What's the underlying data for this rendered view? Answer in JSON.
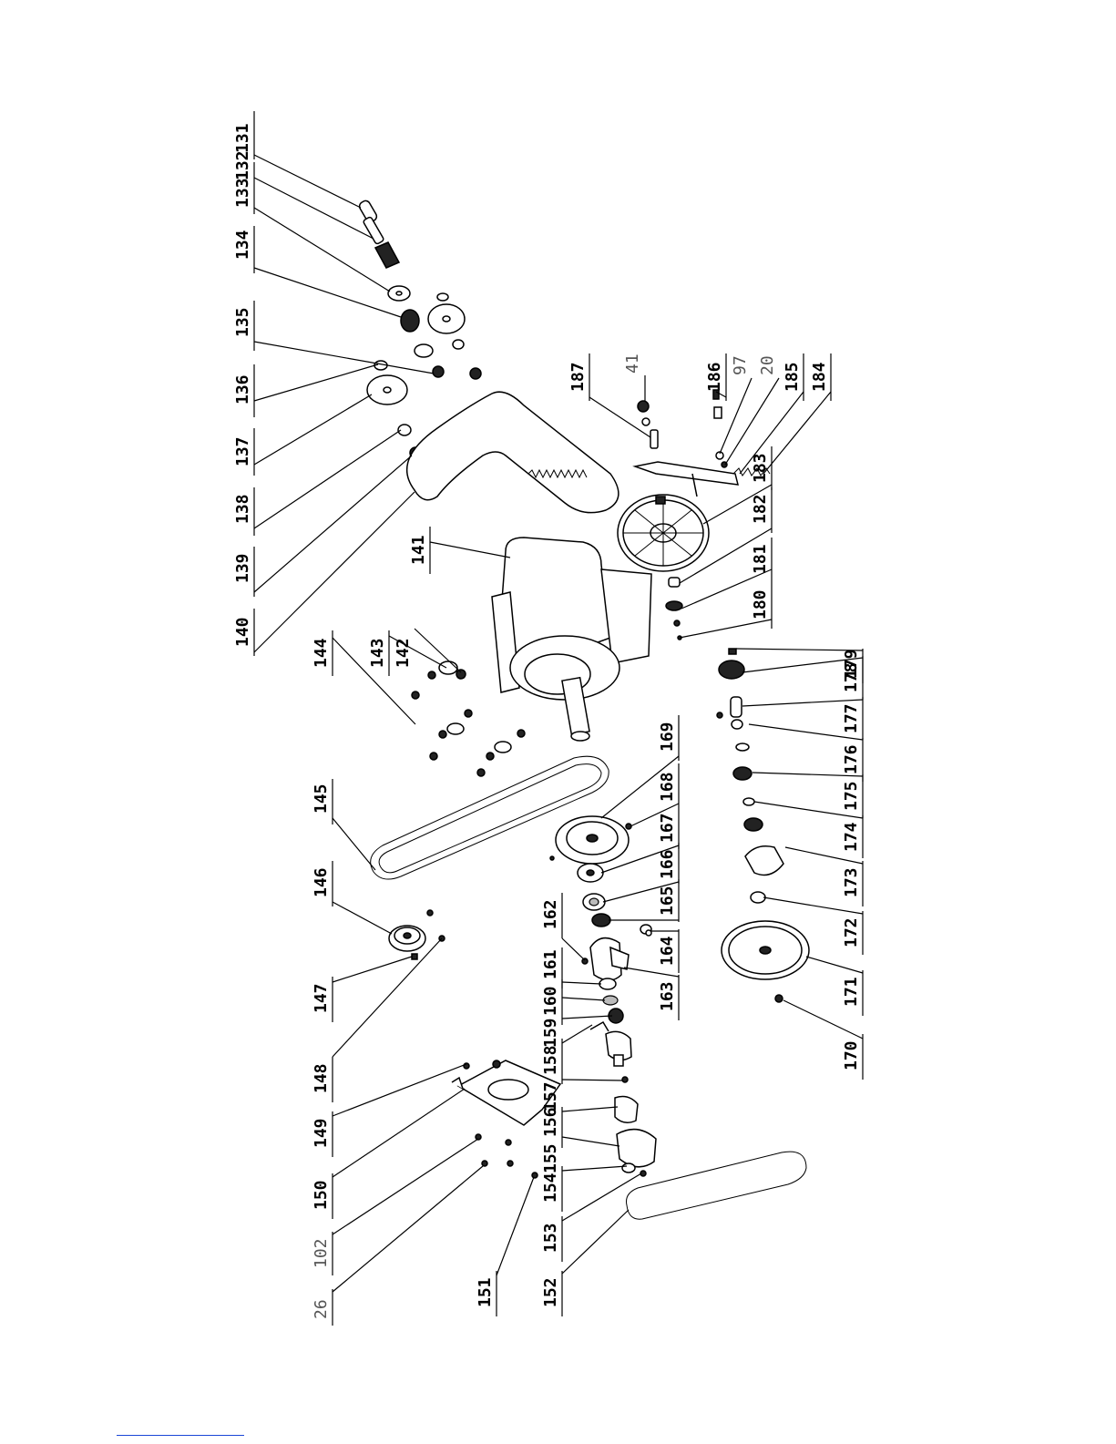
{
  "diagram": {
    "parts": [
      {
        "id": "p131",
        "label": "131"
      },
      {
        "id": "p132",
        "label": "132"
      },
      {
        "id": "p133",
        "label": "133"
      },
      {
        "id": "p134",
        "label": "134"
      },
      {
        "id": "p135",
        "label": "135"
      },
      {
        "id": "p136",
        "label": "136"
      },
      {
        "id": "p137",
        "label": "137"
      },
      {
        "id": "p138",
        "label": "138"
      },
      {
        "id": "p139",
        "label": "139"
      },
      {
        "id": "p140",
        "label": "140"
      },
      {
        "id": "p141",
        "label": "141"
      },
      {
        "id": "p142",
        "label": "142"
      },
      {
        "id": "p143",
        "label": "143"
      },
      {
        "id": "p144",
        "label": "144"
      },
      {
        "id": "p145",
        "label": "145"
      },
      {
        "id": "p146",
        "label": "146"
      },
      {
        "id": "p147",
        "label": "147"
      },
      {
        "id": "p148",
        "label": "148"
      },
      {
        "id": "p149",
        "label": "149"
      },
      {
        "id": "p150",
        "label": "150"
      },
      {
        "id": "p102",
        "label": "102"
      },
      {
        "id": "p26",
        "label": "26"
      },
      {
        "id": "p151",
        "label": "151"
      },
      {
        "id": "p152",
        "label": "152"
      },
      {
        "id": "p153",
        "label": "153"
      },
      {
        "id": "p154",
        "label": "154"
      },
      {
        "id": "p155",
        "label": "155"
      },
      {
        "id": "p156",
        "label": "156"
      },
      {
        "id": "p157",
        "label": "157"
      },
      {
        "id": "p158",
        "label": "158"
      },
      {
        "id": "p159",
        "label": "159"
      },
      {
        "id": "p160",
        "label": "160"
      },
      {
        "id": "p161",
        "label": "161"
      },
      {
        "id": "p162",
        "label": "162"
      },
      {
        "id": "p163",
        "label": "163"
      },
      {
        "id": "p164",
        "label": "164"
      },
      {
        "id": "p165",
        "label": "165"
      },
      {
        "id": "p166",
        "label": "166"
      },
      {
        "id": "p167",
        "label": "167"
      },
      {
        "id": "p168",
        "label": "168"
      },
      {
        "id": "p169",
        "label": "169"
      },
      {
        "id": "p170",
        "label": "170"
      },
      {
        "id": "p171",
        "label": "171"
      },
      {
        "id": "p172",
        "label": "172"
      },
      {
        "id": "p173",
        "label": "173"
      },
      {
        "id": "p174",
        "label": "174"
      },
      {
        "id": "p175",
        "label": "175"
      },
      {
        "id": "p176",
        "label": "176"
      },
      {
        "id": "p177",
        "label": "177"
      },
      {
        "id": "p178",
        "label": "178"
      },
      {
        "id": "p179",
        "label": "179"
      },
      {
        "id": "p180",
        "label": "180"
      },
      {
        "id": "p181",
        "label": "181"
      },
      {
        "id": "p182",
        "label": "182"
      },
      {
        "id": "p183",
        "label": "183"
      },
      {
        "id": "p184",
        "label": "184"
      },
      {
        "id": "p185",
        "label": "185"
      },
      {
        "id": "p20",
        "label": "20"
      },
      {
        "id": "p97",
        "label": "97"
      },
      {
        "id": "p186",
        "label": "186"
      },
      {
        "id": "p41",
        "label": "41"
      },
      {
        "id": "p187",
        "label": "187"
      }
    ]
  }
}
